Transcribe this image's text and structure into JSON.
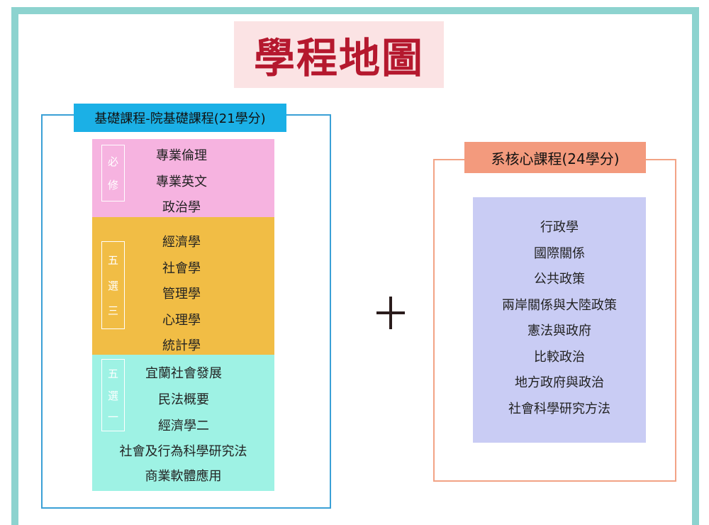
{
  "title": "學程地圖",
  "left_section": {
    "header": "基礎課程-院基礎課程(21學分)",
    "required": {
      "tag": [
        "必",
        "修"
      ],
      "courses": [
        "專業倫理",
        "專業英文",
        "政治學"
      ]
    },
    "choose3": {
      "tag": [
        "五",
        "選",
        "三"
      ],
      "courses": [
        "經濟學",
        "社會學",
        "管理學",
        "心理學",
        "統計學"
      ]
    },
    "choose1": {
      "tag": [
        "五",
        "選",
        "一"
      ],
      "courses": [
        "宜蘭社會發展",
        "民法概要",
        "經濟學二",
        "社會及行為科學研究法",
        "商業軟體應用"
      ]
    }
  },
  "connector": "+",
  "right_section": {
    "header": "系核心課程(24學分)",
    "courses": [
      "行政學",
      "國際關係",
      "公共政策",
      "兩岸關係與大陸政策",
      "憲法與政府",
      "比較政治",
      "地方政府與政治",
      "社會科學研究方法"
    ]
  },
  "colors": {
    "frame": "#8dd3cf",
    "title": "#b5182e",
    "title_bg": "#fbe3e4",
    "left_header": "#1bb0e6",
    "left_outline": "#3aa0d6",
    "required_bg": "#f6b3e0",
    "choose3_bg": "#f1bd45",
    "choose1_bg": "#9ef2e4",
    "right_header": "#f39a7d",
    "right_outline": "#f2a385",
    "core_bg": "#c9ccf4"
  }
}
